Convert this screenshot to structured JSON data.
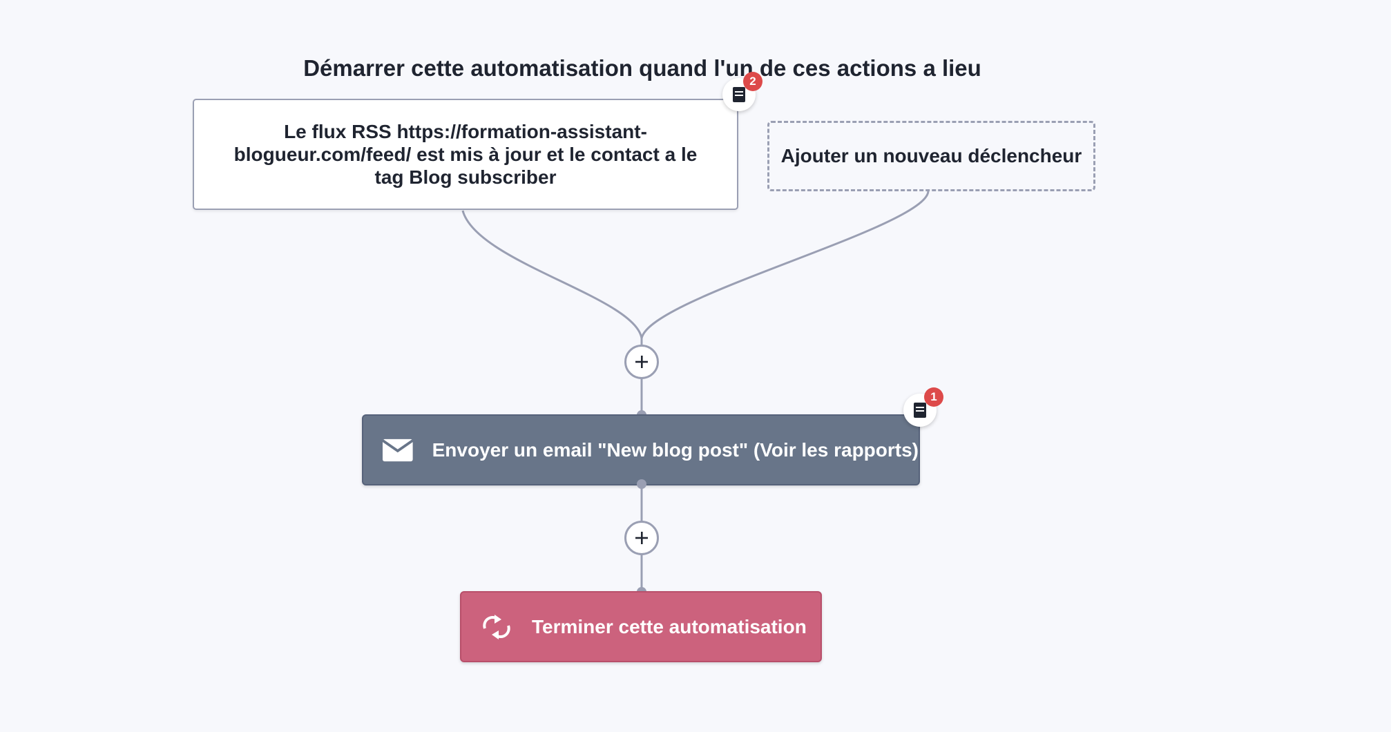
{
  "heading": "Démarrer cette automatisation quand l'un de ces actions a lieu",
  "trigger": {
    "text": "Le flux RSS https://formation-assistant-blogueur.com/feed/ est mis à jour et le contact a le tag Blog subscriber",
    "note_count": "2",
    "icon": "note-icon"
  },
  "add_trigger_label": "Ajouter un nouveau déclencheur",
  "action": {
    "label": "Envoyer un email \"New blog post\" (Voir les rapports)",
    "icon": "envelope-icon",
    "note_count": "1"
  },
  "end": {
    "label": "Terminer cette automatisation",
    "icon": "refresh-arrows-icon"
  },
  "colors": {
    "background": "#f7f8fc",
    "connector": "#9a9fb3",
    "action": "#687589",
    "end": "#cc627d",
    "badge": "#dd4a4a"
  }
}
